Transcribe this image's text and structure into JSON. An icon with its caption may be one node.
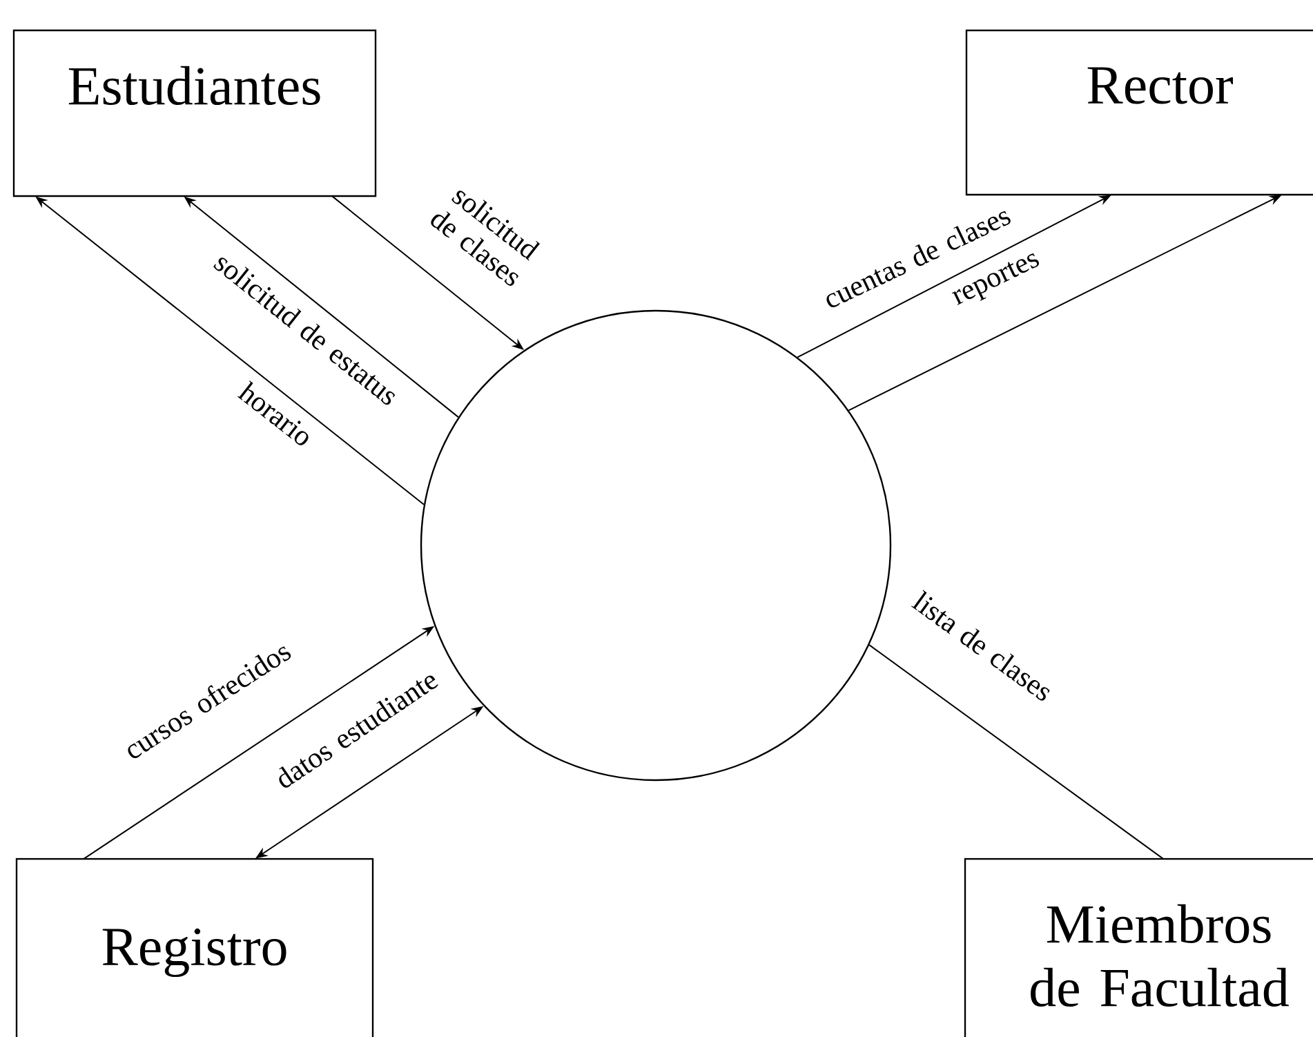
{
  "diagram": {
    "nodes": [
      {
        "text": [
          "Estudiantes"
        ]
      },
      {
        "text": [
          "Rector"
        ]
      },
      {
        "text": [],
        "shape": "circle"
      },
      {
        "text": [
          "Registro"
        ]
      },
      {
        "text": [
          "Miembros de Facultad"
        ]
      }
    ],
    "edges": [
      {
        "from": 2,
        "to": 0,
        "arrow": "to",
        "label": "horario"
      },
      {
        "from": 2,
        "to": 0,
        "arrow": "to",
        "label": "solicitud de estatus"
      },
      {
        "from": 0,
        "to": 2,
        "arrow": "to",
        "label": "solicitud de clases"
      },
      {
        "from": 2,
        "to": 1,
        "arrow": "to",
        "label": "cuentas de clases"
      },
      {
        "from": 2,
        "to": 1,
        "arrow": "to",
        "label": "reportes"
      },
      {
        "from": 3,
        "to": 2,
        "arrow": "to",
        "label": "cursos ofrecidos"
      },
      {
        "from": 3,
        "to": 2,
        "arrow": "both",
        "label": "datos estudiante"
      },
      {
        "from": 2,
        "to": 4,
        "arrow": "none",
        "label": "lista de clases"
      }
    ]
  }
}
